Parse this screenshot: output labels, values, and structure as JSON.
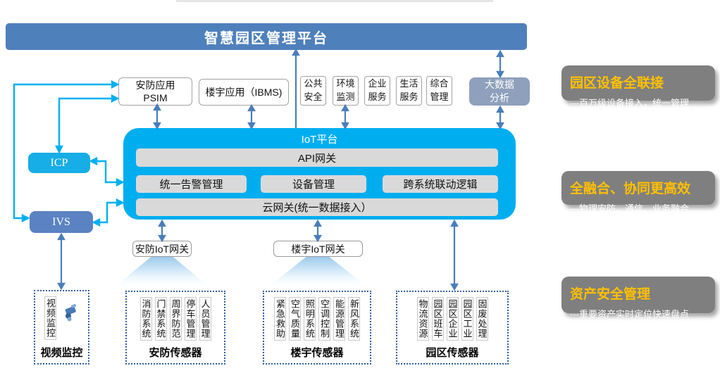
{
  "banner": {
    "title": "智慧园区管理平台"
  },
  "apps": {
    "psim": {
      "line1": "安防应用",
      "line2": "PSIM"
    },
    "ibms": "楼宇应用（IBMS)",
    "small": [
      "公共\n安全",
      "环境\n监测",
      "企业\n服务",
      "生活\n服务",
      "综合\n管理"
    ],
    "bigdata": "大数据\n分析"
  },
  "platform": {
    "title": "IoT平台",
    "api_gateway": "API网关",
    "modules": [
      "统一告警管理",
      "设备管理",
      "跨系统联动逻辑"
    ],
    "cloud_gateway": "云网关(统一数据接入）"
  },
  "left_nodes": {
    "icp": "ICP",
    "ivs": "IVS"
  },
  "gateways": [
    {
      "label": "安防IoT网关"
    },
    {
      "label": "楼宇IoT网关"
    }
  ],
  "sensor_groups": [
    {
      "label": "视频监控",
      "items": [
        "视频监控"
      ]
    },
    {
      "label": "安防传感器",
      "items": [
        "消防系统",
        "门禁系统",
        "周界防范",
        "停车管理",
        "人员管理"
      ]
    },
    {
      "label": "楼宇传感器",
      "items": [
        "紧急救助",
        "空气质量",
        "照明系统",
        "空调控制",
        "能源管理",
        "新风系统"
      ]
    },
    {
      "label": "园区传感器",
      "items": [
        "物流资源",
        "园区班车",
        "园区企业",
        "园区工业",
        "固废处理"
      ]
    }
  ],
  "benefits": [
    {
      "title": "园区设备全联接",
      "desc": "---百万级设备接入，统一管理"
    },
    {
      "title": "全融合、协同更高效",
      "desc": "---物理安防、通信、业务融合"
    },
    {
      "title": "资产安全管理",
      "desc": "---重要资产实时定位快速盘点"
    }
  ],
  "colors": {
    "banner_blue": "#4e80bc",
    "platform_cyan": "#00aeef",
    "icp_cyan": "#17ade6",
    "ivs_blue": "#5b82c2",
    "bigdata_gray_blue": "#8fa0bc",
    "bar_gray": "#d9d9d9",
    "panel_gray": "#7f7f7f",
    "benefit_title_orange": "#ffc000",
    "arrow_steel_blue": "#4a7ebb",
    "arrow_cyan": "#00b0f0"
  }
}
